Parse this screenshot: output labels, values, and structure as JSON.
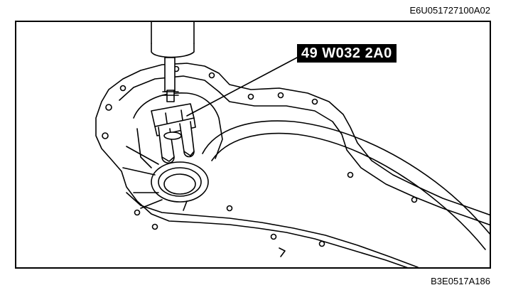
{
  "header": {
    "doc_code": "E6U051727100A02"
  },
  "footer": {
    "figure_code": "B3E0517A186"
  },
  "callout": {
    "tool_number": "49 W032 2A0"
  },
  "colors": {
    "line": "#000000",
    "background": "#ffffff"
  },
  "icons": [
    "press-ram-icon",
    "bearing-puller-icon",
    "transaxle-case-icon"
  ]
}
